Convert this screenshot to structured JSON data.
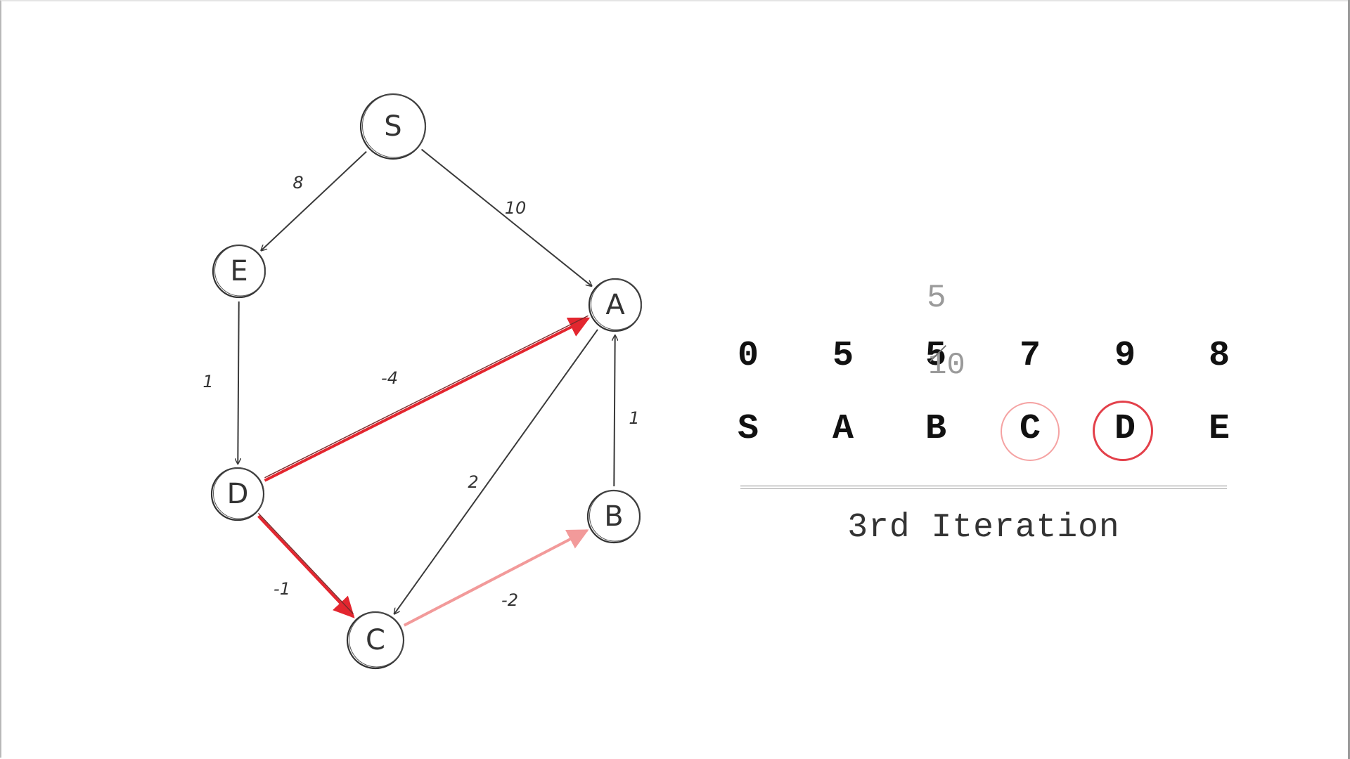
{
  "graph": {
    "nodes": [
      {
        "id": "S",
        "label": "S"
      },
      {
        "id": "E",
        "label": "E"
      },
      {
        "id": "A",
        "label": "A"
      },
      {
        "id": "D",
        "label": "D"
      },
      {
        "id": "B",
        "label": "B"
      },
      {
        "id": "C",
        "label": "C"
      }
    ],
    "edges": [
      {
        "from": "S",
        "to": "E",
        "weight": "8",
        "highlight": "none"
      },
      {
        "from": "S",
        "to": "A",
        "weight": "10",
        "highlight": "none"
      },
      {
        "from": "E",
        "to": "D",
        "weight": "1",
        "highlight": "none"
      },
      {
        "from": "D",
        "to": "A",
        "weight": "-4",
        "highlight": "red"
      },
      {
        "from": "A",
        "to": "C",
        "weight": "2",
        "highlight": "none"
      },
      {
        "from": "B",
        "to": "A",
        "weight": "1",
        "highlight": "none"
      },
      {
        "from": "D",
        "to": "C",
        "weight": "-1",
        "highlight": "red"
      },
      {
        "from": "C",
        "to": "B",
        "weight": "-2",
        "highlight": "pink"
      }
    ],
    "colors": {
      "red": "#e3262f",
      "pink": "#f29a9a",
      "ink": "#333333"
    }
  },
  "table": {
    "vertices": [
      "S",
      "A",
      "B",
      "C",
      "D",
      "E"
    ],
    "distances": [
      "0",
      "5",
      "5",
      "7",
      "9",
      "8"
    ],
    "b_previous_distance": "10",
    "b_update_hint": "5",
    "highlighted": [
      {
        "vertex": "C",
        "color": "#f5a3a3"
      },
      {
        "vertex": "D",
        "color": "#e3404a"
      }
    ]
  },
  "caption": "3rd Iteration"
}
